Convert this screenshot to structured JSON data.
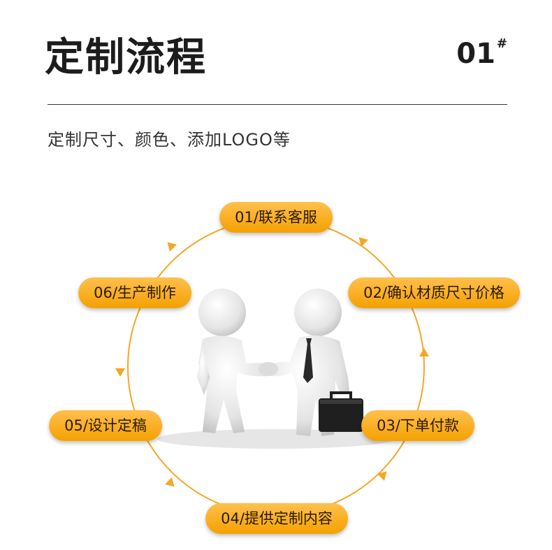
{
  "header": {
    "title": "定制流程",
    "number": "01",
    "number_mark": "#"
  },
  "subtitle": "定制尺寸、颜色、添加LOGO等",
  "illustration": {
    "icon": "handshake-figures-icon"
  },
  "steps": [
    {
      "label": "01/联系客服"
    },
    {
      "label": "02/确认材质尺寸价格"
    },
    {
      "label": "03/下单付款"
    },
    {
      "label": "04/提供定制内容"
    },
    {
      "label": "05/设计定稿"
    },
    {
      "label": "06/生产制作"
    }
  ],
  "colors": {
    "accent": "#f4a100",
    "accent_light": "#ffc04d",
    "title": "#1c1c1c"
  }
}
